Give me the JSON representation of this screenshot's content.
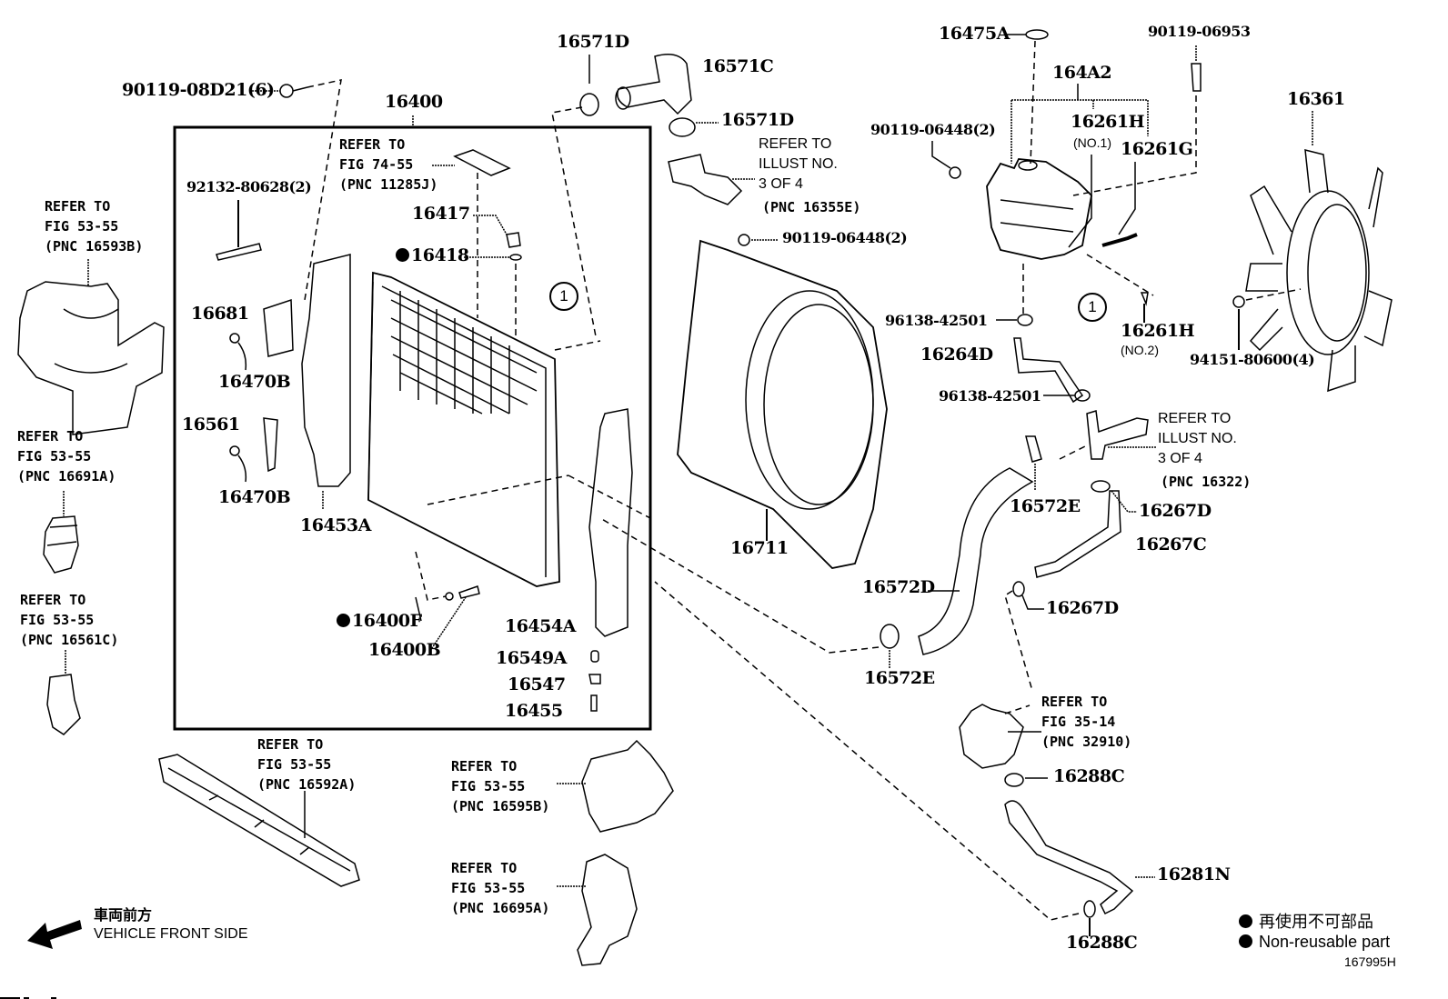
{
  "diagram": {
    "illustration_no": "167995H",
    "group_box_part": "16400",
    "labels": {
      "p90119_08D21": "90119-08D21(6)",
      "p16400": "16400",
      "p92132": "92132-80628(2)",
      "p16417": "16417",
      "p16418": "16418",
      "p16681": "16681",
      "p16470B_a": "16470B",
      "p16561": "16561",
      "p16470B_b": "16470B",
      "p16453A": "16453A",
      "p16400F": "16400F",
      "p16400B": "16400B",
      "p16454A": "16454A",
      "p16549A": "16549A",
      "p16547": "16547",
      "p16455": "16455",
      "p16571D_a": "16571D",
      "p16571C": "16571C",
      "p16571D_b": "16571D",
      "p90119_06448_a": "90119-06448(2)",
      "p16711": "16711",
      "p16475A": "16475A",
      "p90119_06953": "90119-06953",
      "p164A2": "164A2",
      "p90119_06448_b": "90119-06448(2)",
      "p16261H_a": "16261H",
      "p16261H_a_note": "(NO.1)",
      "p16261G": "16261G",
      "p16361": "16361",
      "p96138_a": "96138-42501",
      "p16261H_b": "16261H",
      "p16261H_b_note": "(NO.2)",
      "p94151": "94151-80600(4)",
      "p16264D": "16264D",
      "p96138_b": "96138-42501",
      "p16572E_a": "16572E",
      "p16267D_a": "16267D",
      "p16267C": "16267C",
      "p16572D": "16572D",
      "p16267D_b": "16267D",
      "p16572E_b": "16572E",
      "p16288C_a": "16288C",
      "p16281N": "16281N",
      "p16288C_b": "16288C"
    },
    "callout_ref_number": "1",
    "references": {
      "fig7455": "REFER TO\nFIG 74-55\n(PNC 11285J)",
      "fig5355_16593B": "REFER TO\nFIG 53-55\n(PNC 16593B)",
      "fig5355_16691A": "REFER TO\nFIG 53-55\n(PNC 16691A)",
      "fig5355_16561C": "REFER TO\nFIG 53-55\n(PNC 16561C)",
      "fig5355_16592A": "REFER TO\nFIG 53-55\n(PNC 16592A)",
      "fig5355_16595B": "REFER TO\nFIG 53-55\n(PNC 16595B)",
      "fig5355_16695A": "REFER TO\nFIG 53-55\n(PNC 16695A)",
      "illust_16355E_a": "REFER TO\nILLUST NO.\n3 OF 4",
      "illust_16355E_b": "(PNC 16355E)",
      "illust_16322_a": "REFER TO\nILLUST NO.\n3 OF 4",
      "illust_16322_b": "(PNC 16322)",
      "fig3514": "REFER TO\nFIG 35-14\n(PNC 32910)"
    },
    "direction": {
      "jp": "車両前方",
      "en": "VEHICLE FRONT SIDE"
    },
    "legend": {
      "jp": "再使用不可部品",
      "en": "Non-reusable part"
    }
  }
}
